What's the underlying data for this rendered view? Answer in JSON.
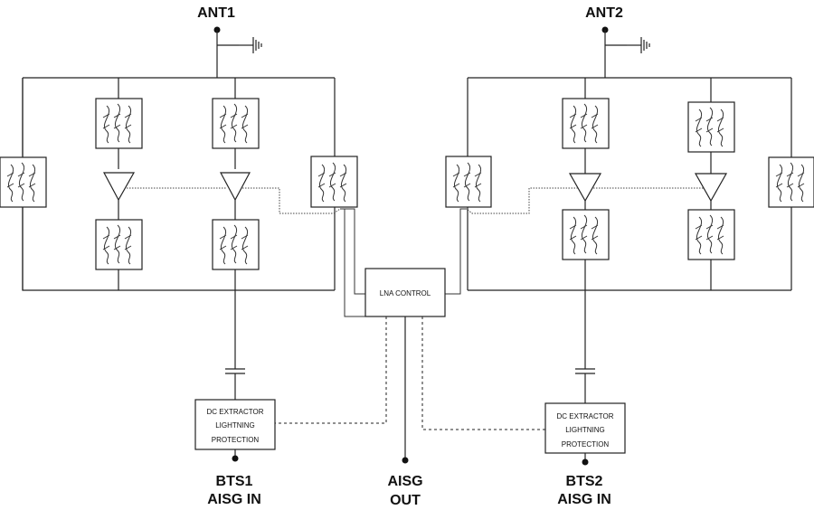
{
  "antennas": {
    "ant1": "ANT1",
    "ant2": "ANT2"
  },
  "lna_control": "LNA CONTROL",
  "dc_extractor": {
    "line1": "DC EXTRACTOR",
    "line2": "LIGHTNING",
    "line3": "PROTECTION"
  },
  "ports": {
    "bts1_line1": "BTS1",
    "bts1_line2": "AISG IN",
    "aisg_line1": "AISG",
    "aisg_line2": "OUT",
    "bts2_line1": "BTS2",
    "bts2_line2": "AISG IN"
  },
  "icons": [
    "antenna-icon",
    "ground-icon",
    "filter-icon",
    "amplifier-icon",
    "capacitor-icon"
  ]
}
